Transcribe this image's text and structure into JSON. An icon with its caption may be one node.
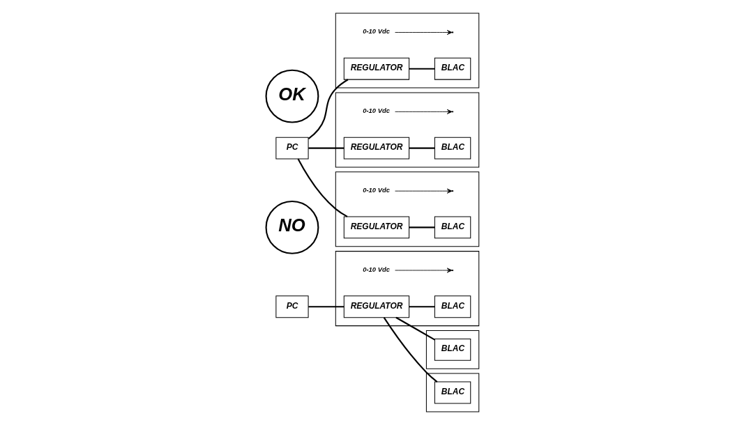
{
  "diagram": {
    "nodes": [
      {
        "text": [
          "PC"
        ]
      },
      {
        "text": [],
        "shape": "box"
      },
      {
        "text": [
          "REGULATOR"
        ],
        "in": 1
      },
      {
        "text": [
          "BLAC"
        ],
        "in": 1
      },
      {
        "text": [
          "0-10 Vdc"
        ],
        "in": 1
      },
      {
        "text": [],
        "shape": "box"
      },
      {
        "text": [
          "BLAC"
        ],
        "in": 5
      },
      {
        "text": [],
        "shape": "box"
      },
      {
        "text": [
          "BLAC"
        ],
        "in": 7
      },
      {
        "text": [
          "NO"
        ]
      },
      {
        "text": [],
        "shape": "box"
      },
      {
        "text": [
          "0-10 Vdc"
        ],
        "in": 10
      },
      {
        "text": [
          "REGULATOR"
        ],
        "in": 10
      },
      {
        "text": [
          "BLAC"
        ],
        "in": 10
      },
      {
        "text": [
          "PC"
        ]
      },
      {
        "text": [],
        "shape": "box"
      },
      {
        "text": [
          "0-10 Vdc"
        ],
        "in": 15
      },
      {
        "text": [
          "REGULATOR"
        ],
        "in": 15
      },
      {
        "text": [
          "BLAC"
        ],
        "in": 15
      },
      {
        "text": [],
        "shape": "box"
      },
      {
        "text": [
          "0-10 Vdc"
        ],
        "in": 19
      },
      {
        "text": [
          "REGULATOR"
        ],
        "in": 19
      },
      {
        "text": [
          "BLAC"
        ],
        "in": 19
      },
      {
        "text": [
          "OK"
        ]
      }
    ],
    "edges": [
      {
        "from": 0,
        "to": 2,
        "arrow": "none"
      },
      {
        "from": 2,
        "to": 3,
        "arrow": "none"
      },
      {
        "from": 2,
        "to": 6,
        "arrow": "none"
      },
      {
        "from": 2,
        "to": 8,
        "arrow": "none"
      },
      {
        "from": 4,
        "to": null,
        "arrow": "to"
      },
      {
        "from": 14,
        "to": 12,
        "arrow": "none"
      },
      {
        "from": 14,
        "to": 17,
        "arrow": "none"
      },
      {
        "from": 14,
        "to": 21,
        "arrow": "none"
      },
      {
        "from": 12,
        "to": 13,
        "arrow": "none"
      },
      {
        "from": 17,
        "to": 18,
        "arrow": "none"
      },
      {
        "from": 21,
        "to": 22,
        "arrow": "none"
      },
      {
        "from": 11,
        "to": null,
        "arrow": "to"
      },
      {
        "from": 16,
        "to": null,
        "arrow": "to"
      },
      {
        "from": 20,
        "to": null,
        "arrow": "to"
      }
    ]
  }
}
